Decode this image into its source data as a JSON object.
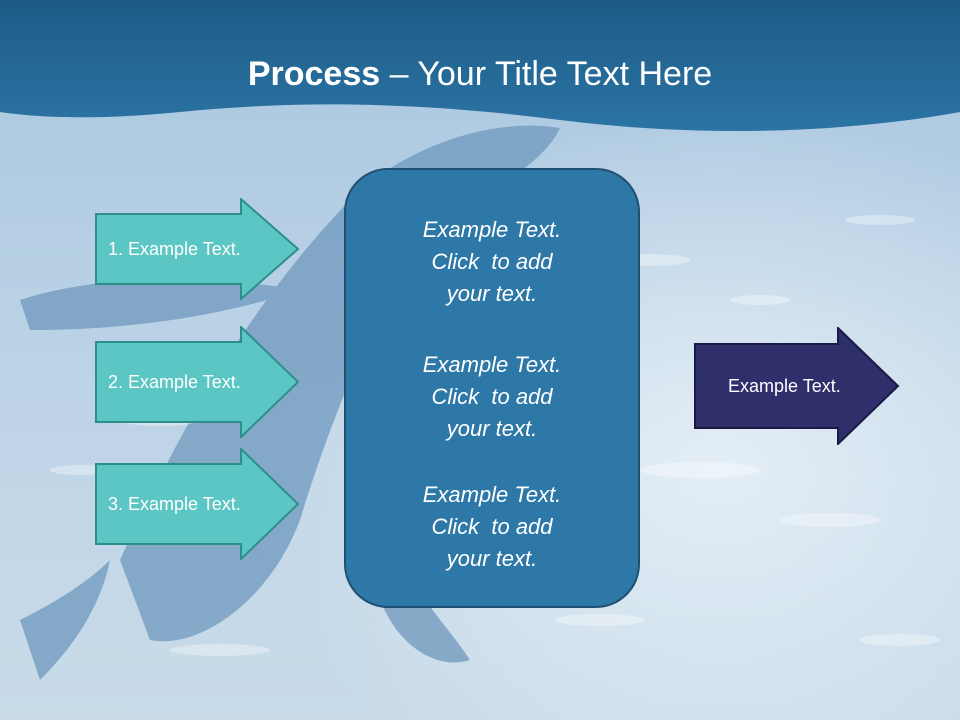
{
  "slide": {
    "title_bold": "Process",
    "title_rest": " – Your Title Text Here",
    "left_arrows": [
      {
        "label": "1. Example Text."
      },
      {
        "label": "2. Example Text."
      },
      {
        "label": "3. Example Text."
      }
    ],
    "center_blocks": [
      {
        "line1": "Example Text.",
        "line2": "Click  to add",
        "line3": "your text."
      },
      {
        "line1": "Example Text.",
        "line2": "Click  to add",
        "line3": "your text."
      },
      {
        "line1": "Example Text.",
        "line2": "Click  to add",
        "line3": "your text."
      }
    ],
    "right_arrow": {
      "label": "Example Text."
    }
  },
  "colors": {
    "header_band": "#2a6a96",
    "left_arrow_fill": "#5bc6c3",
    "center_box_fill": "#2e78a8",
    "right_arrow_fill": "#2f2f6b"
  }
}
